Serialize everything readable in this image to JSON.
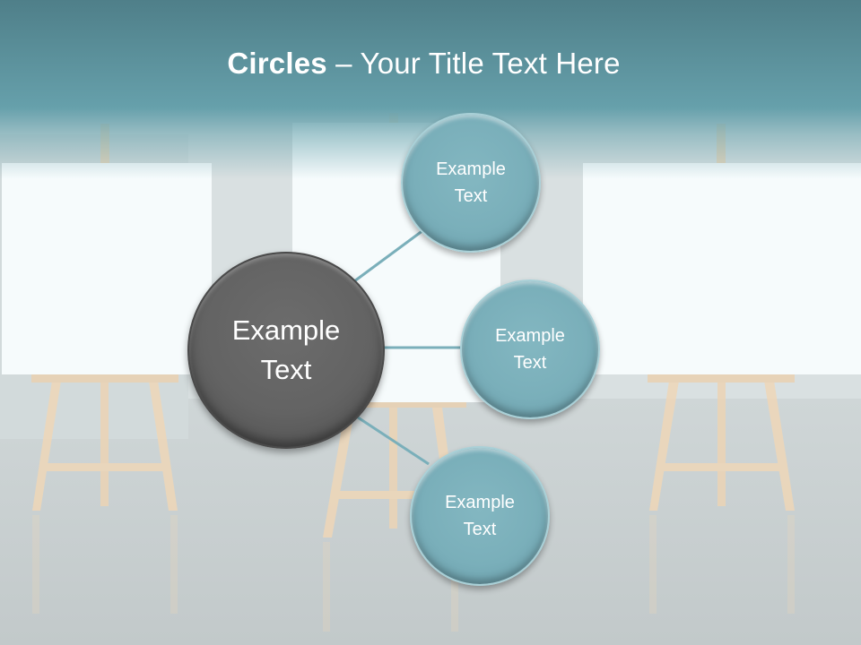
{
  "slide": {
    "title_bold": "Circles",
    "title_rest": " – Your Title Text Here"
  },
  "diagram": {
    "center": {
      "label_line1": "Example",
      "label_line2": "Text"
    },
    "nodes": [
      {
        "label_line1": "Example",
        "label_line2": "Text"
      },
      {
        "label_line1": "Example",
        "label_line2": "Text"
      },
      {
        "label_line1": "Example",
        "label_line2": "Text"
      }
    ]
  },
  "colors": {
    "header": "#5f96a1",
    "center_circle": "#636363",
    "node_circle": "#7aafba",
    "connector": "#7aafba",
    "easel_wood": "#efd7b8"
  }
}
